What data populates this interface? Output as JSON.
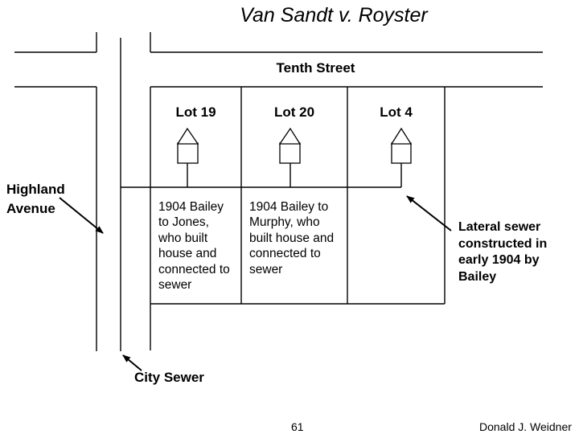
{
  "slide": {
    "title": "Van Sandt v. Royster",
    "page_number": "61",
    "footer_author": "Donald J. Weidner"
  },
  "diagram": {
    "tenth_street_label": "Tenth Street",
    "highland_avenue_label": "Highland\nAvenue",
    "city_sewer_label": "City Sewer",
    "lateral_sewer_note": "Lateral sewer\nconstructed in\nearly 1904 by\nBailey",
    "lots": [
      {
        "label": "Lot 19",
        "note": "1904 Bailey\nto Jones,\nwho built\nhouse and\nconnected to\nsewer"
      },
      {
        "label": "Lot 20",
        "note": "1904 Bailey to\nMurphy, who\nbuilt house and\nconnected to\nsewer"
      },
      {
        "label": "Lot 4"
      }
    ],
    "colors": {
      "line": "#000000",
      "text": "#000000",
      "background": "#ffffff"
    }
  }
}
